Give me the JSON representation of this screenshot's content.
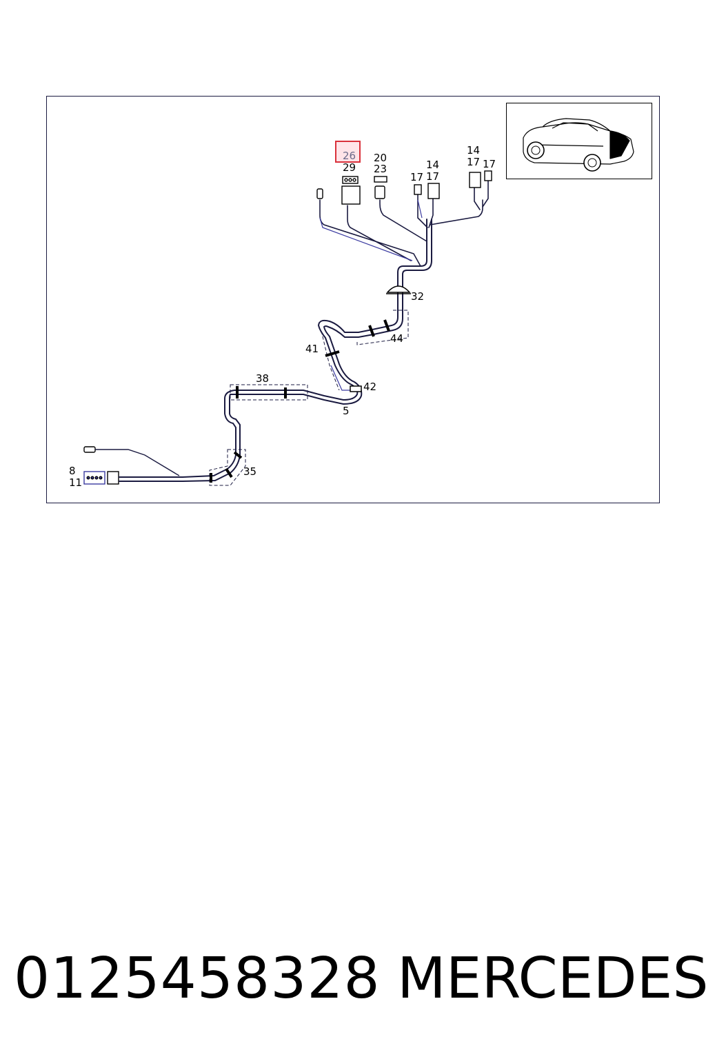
{
  "diagram": {
    "callouts": {
      "c26": "26",
      "c29": "29",
      "c20": "20",
      "c23": "23",
      "c17a": "17",
      "c14a": "14",
      "c17b": "17",
      "c14b": "14",
      "c17c": "17",
      "c17d": "17",
      "c32": "32",
      "c44": "44",
      "c41": "41",
      "c42": "42",
      "c38": "38",
      "c5": "5",
      "c35": "35",
      "c8": "8",
      "c11": "11"
    },
    "highlight_color": "#d9303a",
    "wire_color": "#1a1a40",
    "accent_wire_color": "#3a3aa0"
  },
  "footer": {
    "part_number": "0125458328",
    "brand": "MERCEDES"
  }
}
